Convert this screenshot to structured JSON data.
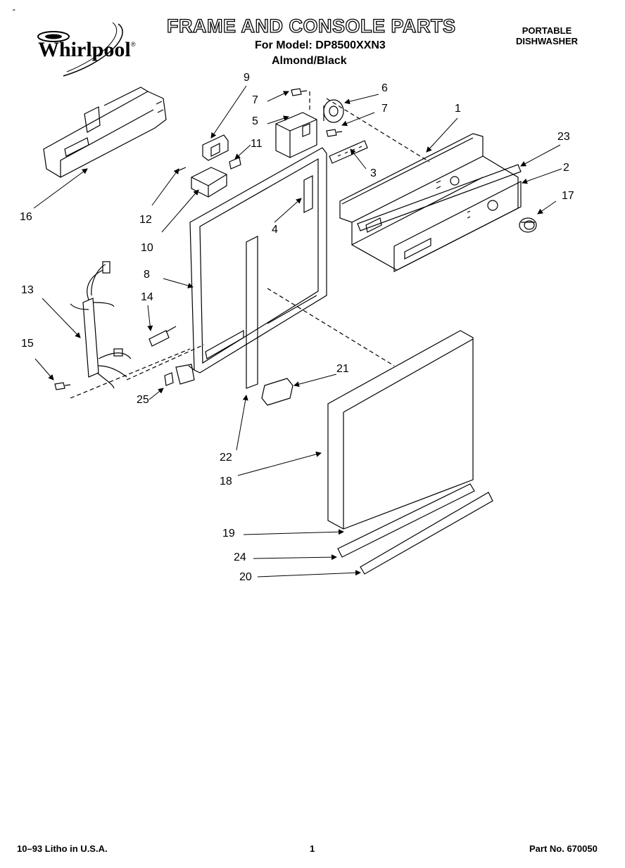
{
  "header": {
    "title": "FRAME AND CONSOLE PARTS",
    "model_line": "For Model: DP8500XXN3",
    "color_line": "Almond/Black",
    "category_line1": "PORTABLE",
    "category_line2": "DISHWASHER",
    "brand": "Whirlpool",
    "registered_mark": "®"
  },
  "corner_mark": "″",
  "callouts": [
    {
      "id": "c1",
      "label": "1"
    },
    {
      "id": "c2",
      "label": "2"
    },
    {
      "id": "c3",
      "label": "3"
    },
    {
      "id": "c4",
      "label": "4"
    },
    {
      "id": "c5",
      "label": "5"
    },
    {
      "id": "c6",
      "label": "6"
    },
    {
      "id": "c7a",
      "label": "7"
    },
    {
      "id": "c7b",
      "label": "7"
    },
    {
      "id": "c8",
      "label": "8"
    },
    {
      "id": "c9",
      "label": "9"
    },
    {
      "id": "c10",
      "label": "10"
    },
    {
      "id": "c11",
      "label": "11"
    },
    {
      "id": "c12",
      "label": "12"
    },
    {
      "id": "c13",
      "label": "13"
    },
    {
      "id": "c14",
      "label": "14"
    },
    {
      "id": "c15",
      "label": "15"
    },
    {
      "id": "c16",
      "label": "16"
    },
    {
      "id": "c17",
      "label": "17"
    },
    {
      "id": "c18",
      "label": "18"
    },
    {
      "id": "c19",
      "label": "19"
    },
    {
      "id": "c20",
      "label": "20"
    },
    {
      "id": "c21",
      "label": "21"
    },
    {
      "id": "c22",
      "label": "22"
    },
    {
      "id": "c23",
      "label": "23"
    },
    {
      "id": "c24",
      "label": "24"
    },
    {
      "id": "c25",
      "label": "25"
    }
  ],
  "footer": {
    "print_info": "10–93 Litho in U.S.A.",
    "page_number": "1",
    "part_number": "Part No. 670050"
  }
}
